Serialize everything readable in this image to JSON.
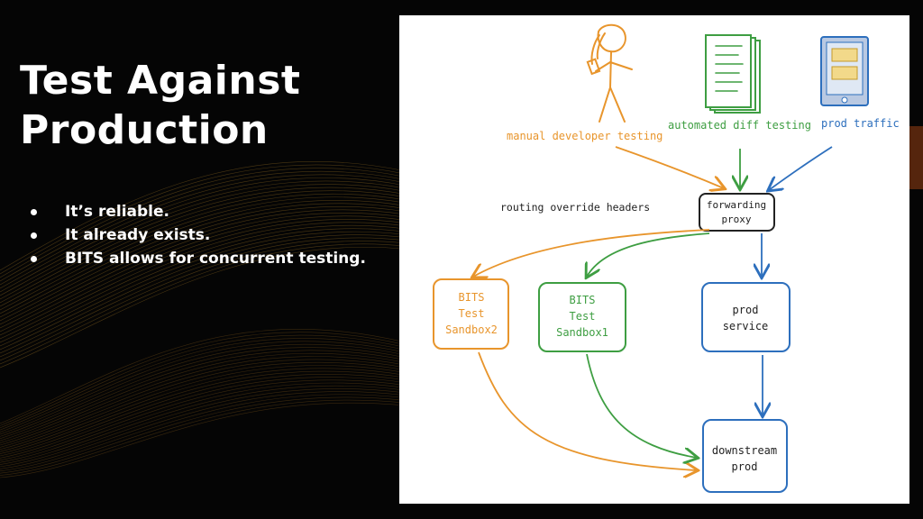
{
  "slide": {
    "title_line1": "Test Against",
    "title_line2": "Production",
    "bullets": [
      "It’s reliable.",
      "It already exists.",
      "BITS allows for concurrent testing."
    ]
  },
  "diagram": {
    "sources": {
      "manual": "manual developer testing",
      "automated": "automated diff testing",
      "prod_traffic": "prod traffic"
    },
    "proxy": {
      "line1": "forwarding",
      "line2": "proxy"
    },
    "routing_label": "routing override headers",
    "sandbox2": {
      "line1": "BITS",
      "line2": "Test",
      "line3": "Sandbox2"
    },
    "sandbox1": {
      "line1": "BITS",
      "line2": "Test",
      "line3": "Sandbox1"
    },
    "prod_service": {
      "line1": "prod",
      "line2": "service"
    },
    "downstream": {
      "line1": "downstream",
      "line2": "prod"
    },
    "colors": {
      "orange": "#e8952c",
      "green": "#3e9e42",
      "blue": "#2d6fbd",
      "black": "#222222",
      "gold_wave": "#d9a23a"
    }
  }
}
